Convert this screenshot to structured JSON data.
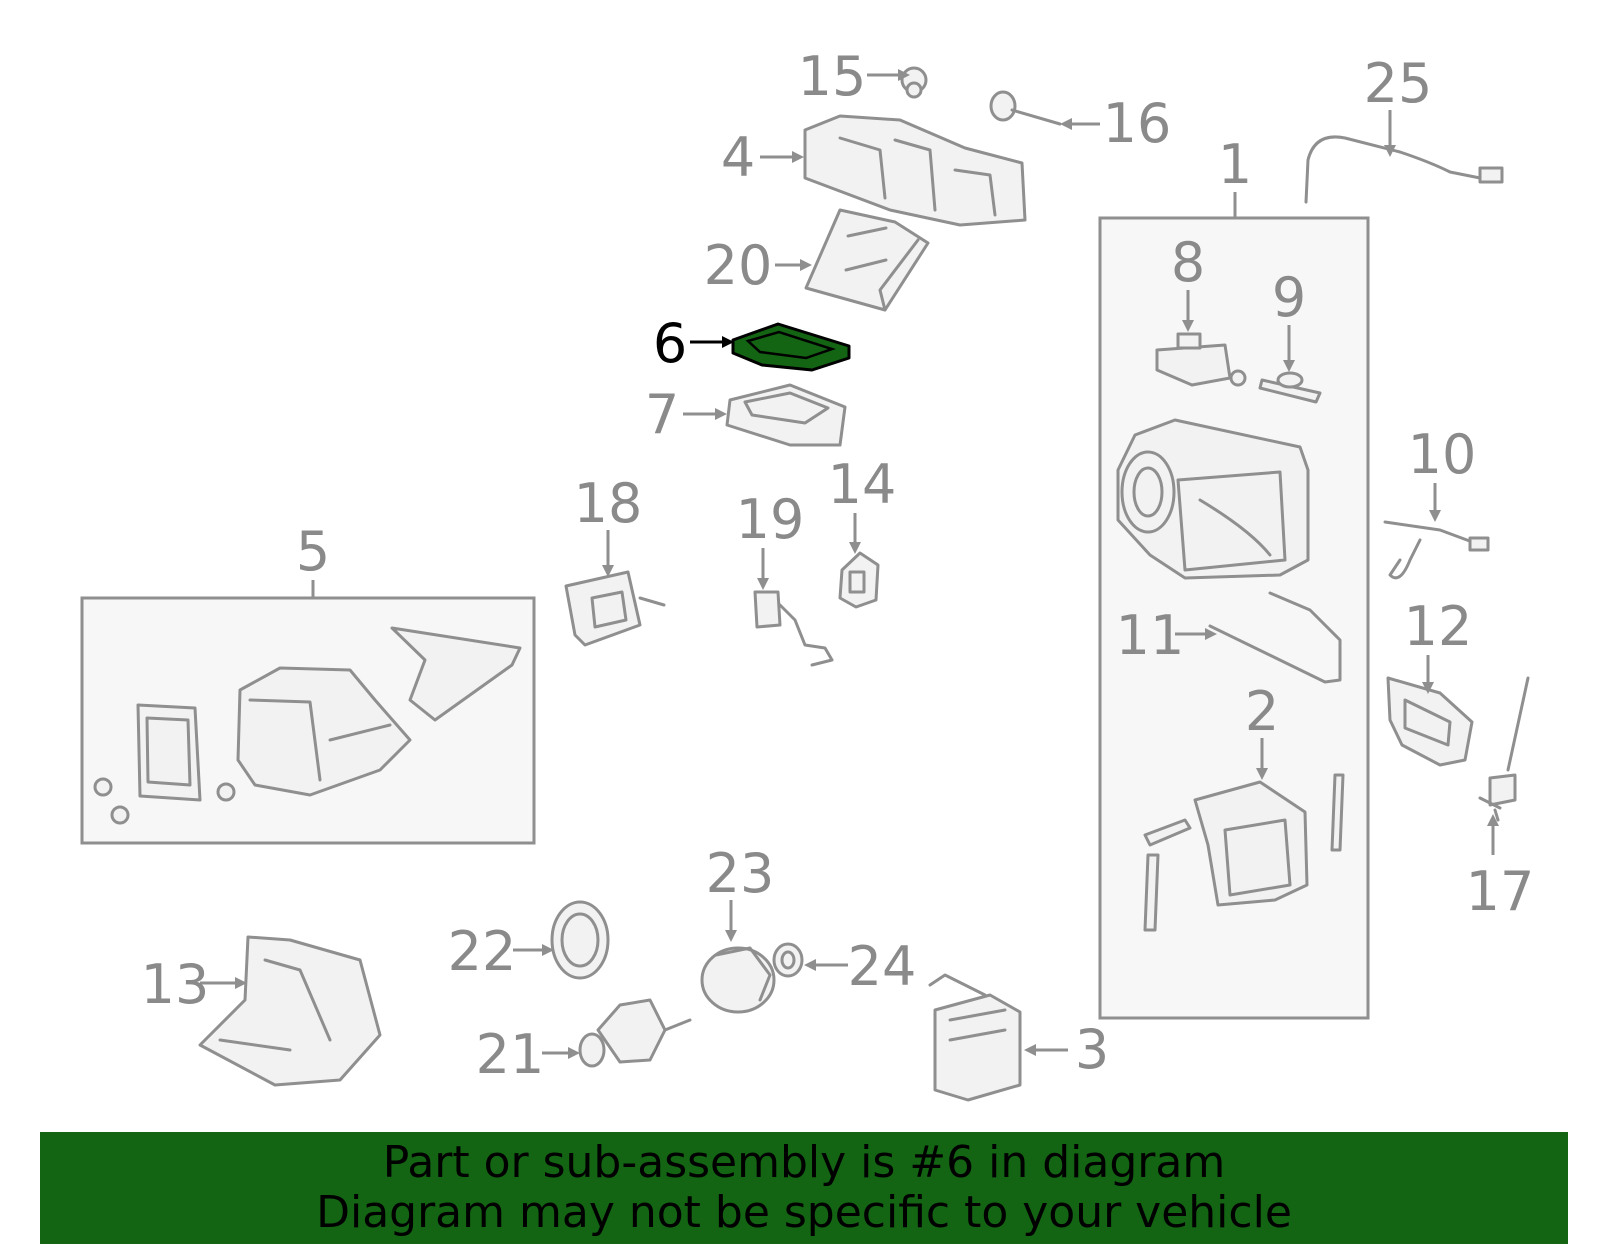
{
  "highlight": {
    "part_number": "6",
    "color": "#136413"
  },
  "banner": {
    "line1": "Part or sub-assembly is #6 in diagram",
    "line2": "Diagram may not be specific to your vehicle",
    "background_color": "#136413"
  },
  "callouts": [
    {
      "id": "c1",
      "number": "1"
    },
    {
      "id": "c2",
      "number": "2"
    },
    {
      "id": "c3",
      "number": "3"
    },
    {
      "id": "c4",
      "number": "4"
    },
    {
      "id": "c5",
      "number": "5"
    },
    {
      "id": "c6",
      "number": "6",
      "highlighted": true
    },
    {
      "id": "c7",
      "number": "7"
    },
    {
      "id": "c8",
      "number": "8"
    },
    {
      "id": "c9",
      "number": "9"
    },
    {
      "id": "c10",
      "number": "10"
    },
    {
      "id": "c11",
      "number": "11"
    },
    {
      "id": "c12",
      "number": "12"
    },
    {
      "id": "c13",
      "number": "13"
    },
    {
      "id": "c14",
      "number": "14"
    },
    {
      "id": "c15",
      "number": "15"
    },
    {
      "id": "c16",
      "number": "16"
    },
    {
      "id": "c17",
      "number": "17"
    },
    {
      "id": "c18",
      "number": "18"
    },
    {
      "id": "c19",
      "number": "19"
    },
    {
      "id": "c20",
      "number": "20"
    },
    {
      "id": "c21",
      "number": "21"
    },
    {
      "id": "c22",
      "number": "22"
    },
    {
      "id": "c23",
      "number": "23"
    },
    {
      "id": "c24",
      "number": "24"
    },
    {
      "id": "c25",
      "number": "25"
    }
  ]
}
